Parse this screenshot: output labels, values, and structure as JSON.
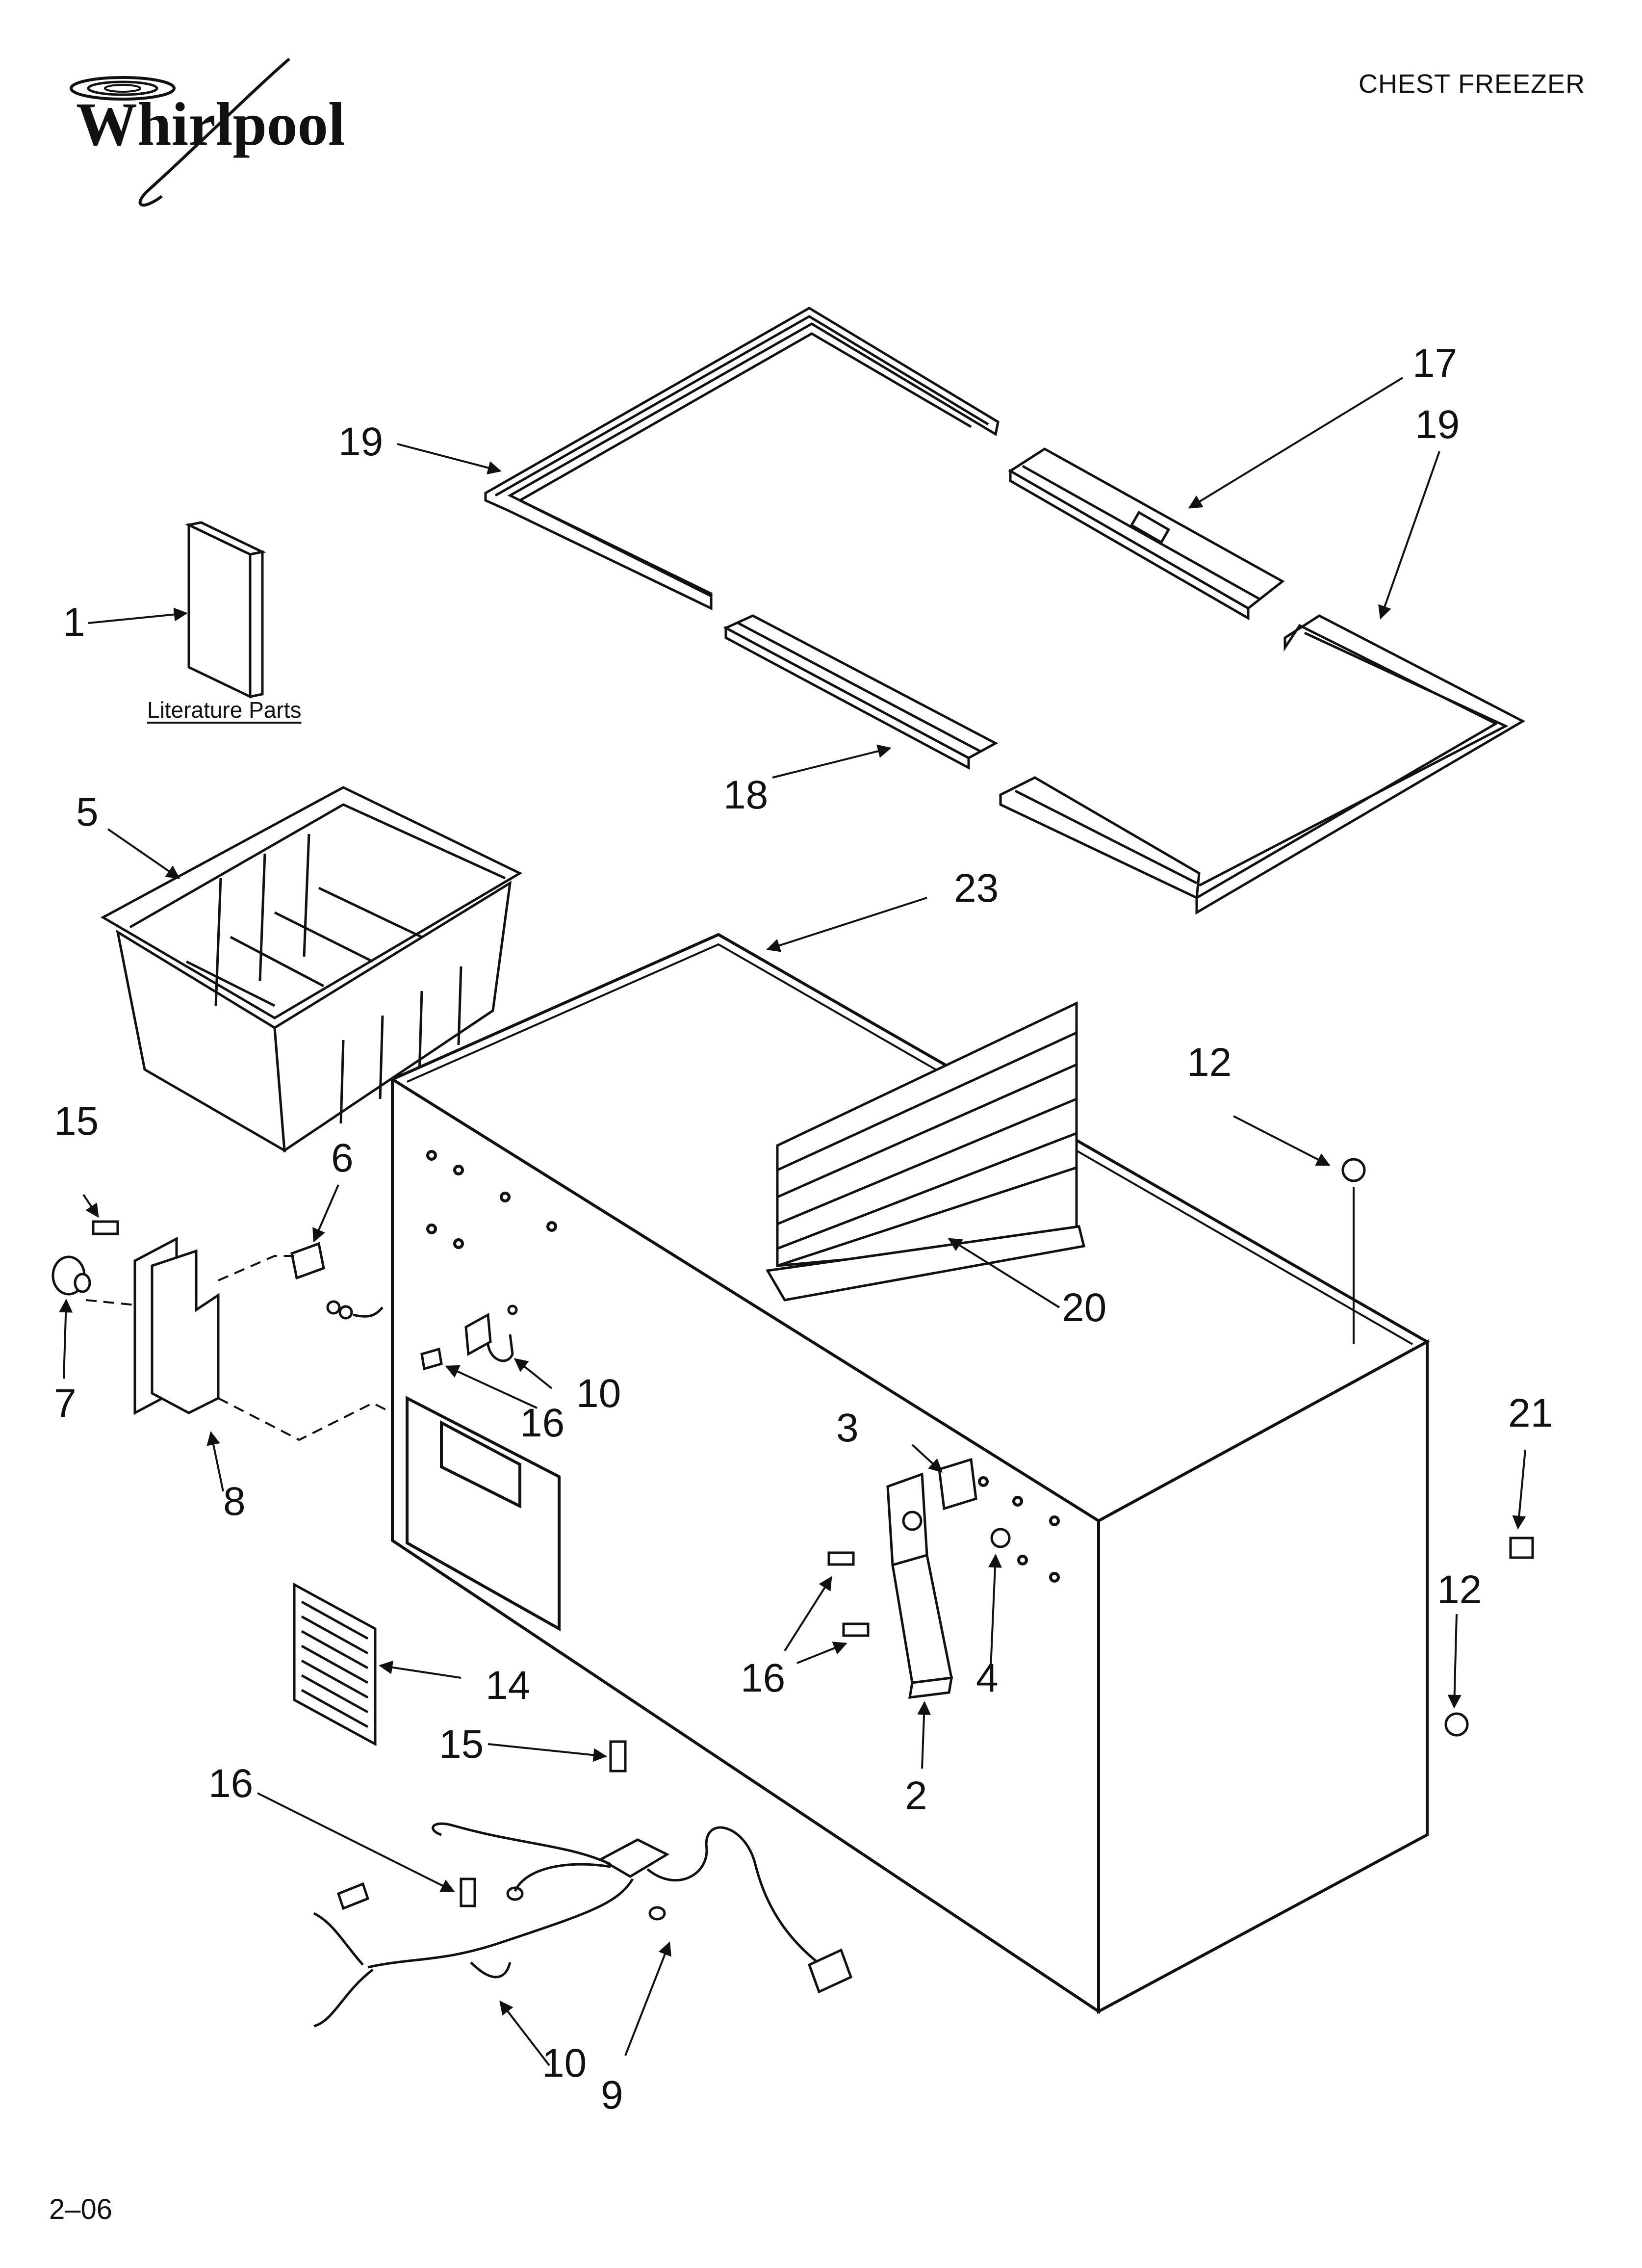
{
  "brand": {
    "logo_text": "Whirlpool"
  },
  "header": {
    "title": "CHEST FREEZER"
  },
  "footer": {
    "code": "2–06"
  },
  "literature": {
    "label": "Literature Parts"
  },
  "callouts": {
    "c1": "1",
    "c2": "2",
    "c3": "3",
    "c4": "4",
    "c5": "5",
    "c6": "6",
    "c7": "7",
    "c8": "8",
    "c9": "9",
    "c10a": "10",
    "c10b": "10",
    "c12a": "12",
    "c12b": "12",
    "c14": "14",
    "c15a": "15",
    "c15b": "15",
    "c16a": "16",
    "c16b": "16",
    "c16c": "16",
    "c17": "17",
    "c18": "18",
    "c19a": "19",
    "c19b": "19",
    "c20": "20",
    "c21": "21",
    "c23": "23"
  },
  "colors": {
    "line": "#111111",
    "background": "#ffffff"
  }
}
